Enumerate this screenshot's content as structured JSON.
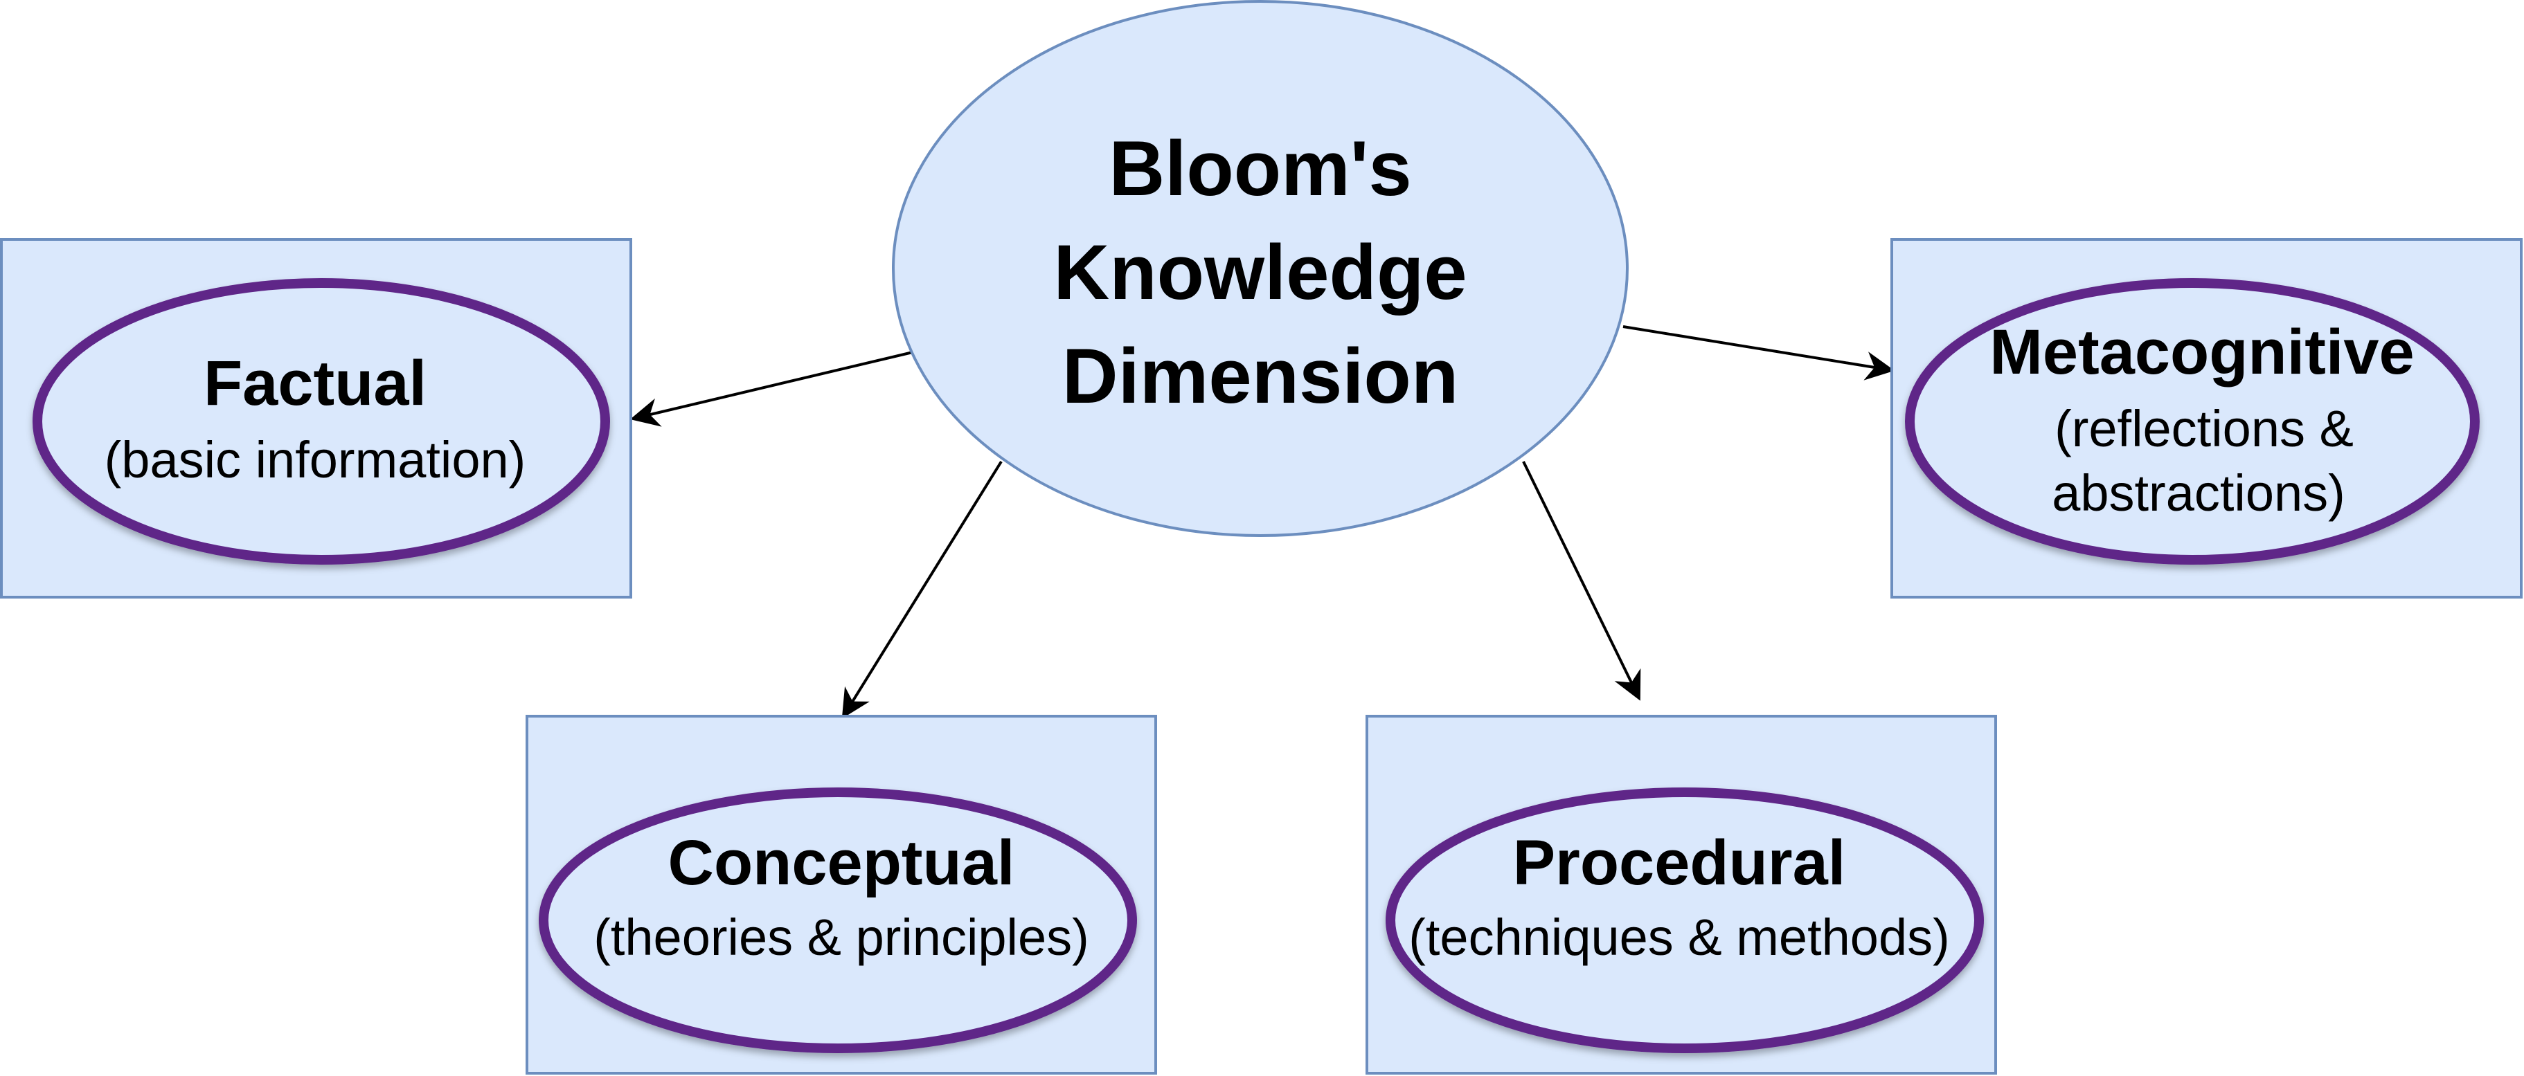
{
  "diagram": {
    "center": {
      "lines": [
        "Bloom's",
        "Knowledge",
        "Dimension"
      ]
    },
    "nodes": [
      {
        "id": "factual",
        "title": "Factual",
        "subtitle_lines": [
          "(basic information)"
        ]
      },
      {
        "id": "metacognitive",
        "title": "Metacognitive",
        "subtitle_lines": [
          "(reflections &",
          "abstractions)"
        ]
      },
      {
        "id": "conceptual",
        "title": "Conceptual",
        "subtitle_lines": [
          "(theories & principles)"
        ]
      },
      {
        "id": "procedural",
        "title": "Procedural",
        "subtitle_lines": [
          "(techniques & methods)"
        ]
      }
    ],
    "edges": [
      {
        "from": "center",
        "to": "factual"
      },
      {
        "from": "center",
        "to": "metacognitive"
      },
      {
        "from": "center",
        "to": "conceptual"
      },
      {
        "from": "center",
        "to": "procedural"
      }
    ],
    "colors": {
      "fill": "#dae8fc",
      "box_stroke": "#6c8ebf",
      "inner_ellipse_stroke": "#5f2588",
      "arrow": "#000000"
    }
  }
}
